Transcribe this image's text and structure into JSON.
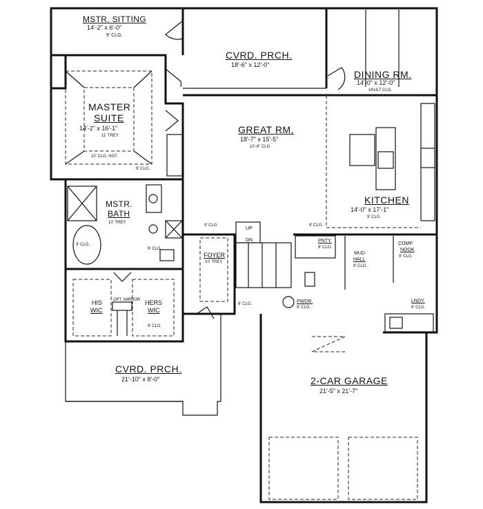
{
  "rooms": {
    "mstr_sitting": {
      "name": "MSTR. SITTING",
      "dims": "14'-2\" x 6'-0\"",
      "ceiling": "9' CLG."
    },
    "cvrd_porch_top": {
      "name": "CVRD. PRCH.",
      "dims": "18'-6\" x 12'-0\""
    },
    "dining": {
      "name": "DINING RM.",
      "dims": "14'-0\" x 12'-0\"",
      "ceiling": "VAULT CLG."
    },
    "master_suite": {
      "name_line1": "MASTER",
      "name_line2": "SUITE",
      "dims": "14'-2\" x 16'-1\"",
      "ceiling": "11' TREY",
      "ceiling2": "10' CLG. HGT.",
      "corner_clg": "9' CLG."
    },
    "great_room": {
      "name": "GREAT RM.",
      "dims": "18'-7\" x 15'-5\"",
      "ceiling": "10'-6\" CLG."
    },
    "kitchen": {
      "name": "KITCHEN",
      "dims": "14'-0\" x 17'-1\"",
      "ceiling": "9' CLG."
    },
    "mstr_bath": {
      "name_line1": "MSTR.",
      "name_line2": "BATH",
      "ceiling": "10' TREY",
      "clg_a": "9' CLG.",
      "clg_b": "9' CLG."
    },
    "foyer": {
      "name": "FOYER",
      "ceiling": "10' TREY",
      "clg_left": "9' CLG.",
      "clg_right": "9' CLG.",
      "clg_bottom": "9' CLG."
    },
    "pantry": {
      "name": "PNTY.",
      "ceiling": "9' CLG."
    },
    "mud_hall": {
      "name_line1": "MUD",
      "name_line2": "HALL",
      "ceiling": "9' CLG."
    },
    "comp_nook": {
      "name_line1": "COMP.",
      "name_line2": "NOOK",
      "ceiling": "9' CLG."
    },
    "powder": {
      "name": "PWDR.",
      "ceiling": "9' CLG."
    },
    "laundry": {
      "name": "LNDY.",
      "ceiling": "9' CLG."
    },
    "his_wic": {
      "name_line1": "HIS",
      "name_line2": "WIC"
    },
    "hers_wic": {
      "name_line1": "HERS",
      "name_line2": "WIC",
      "ceiling": "9' CLG."
    },
    "wic_note": "OPT. MIRROR",
    "cvrd_porch_bottom": {
      "name": "CVRD. PRCH.",
      "dims": "21'-10\" x 8'-0\""
    },
    "garage": {
      "name": "2-CAR GARAGE",
      "dims": "21'-5\" x 21'-7\""
    }
  },
  "stairs": {
    "up": "UP",
    "dn": "DN"
  }
}
